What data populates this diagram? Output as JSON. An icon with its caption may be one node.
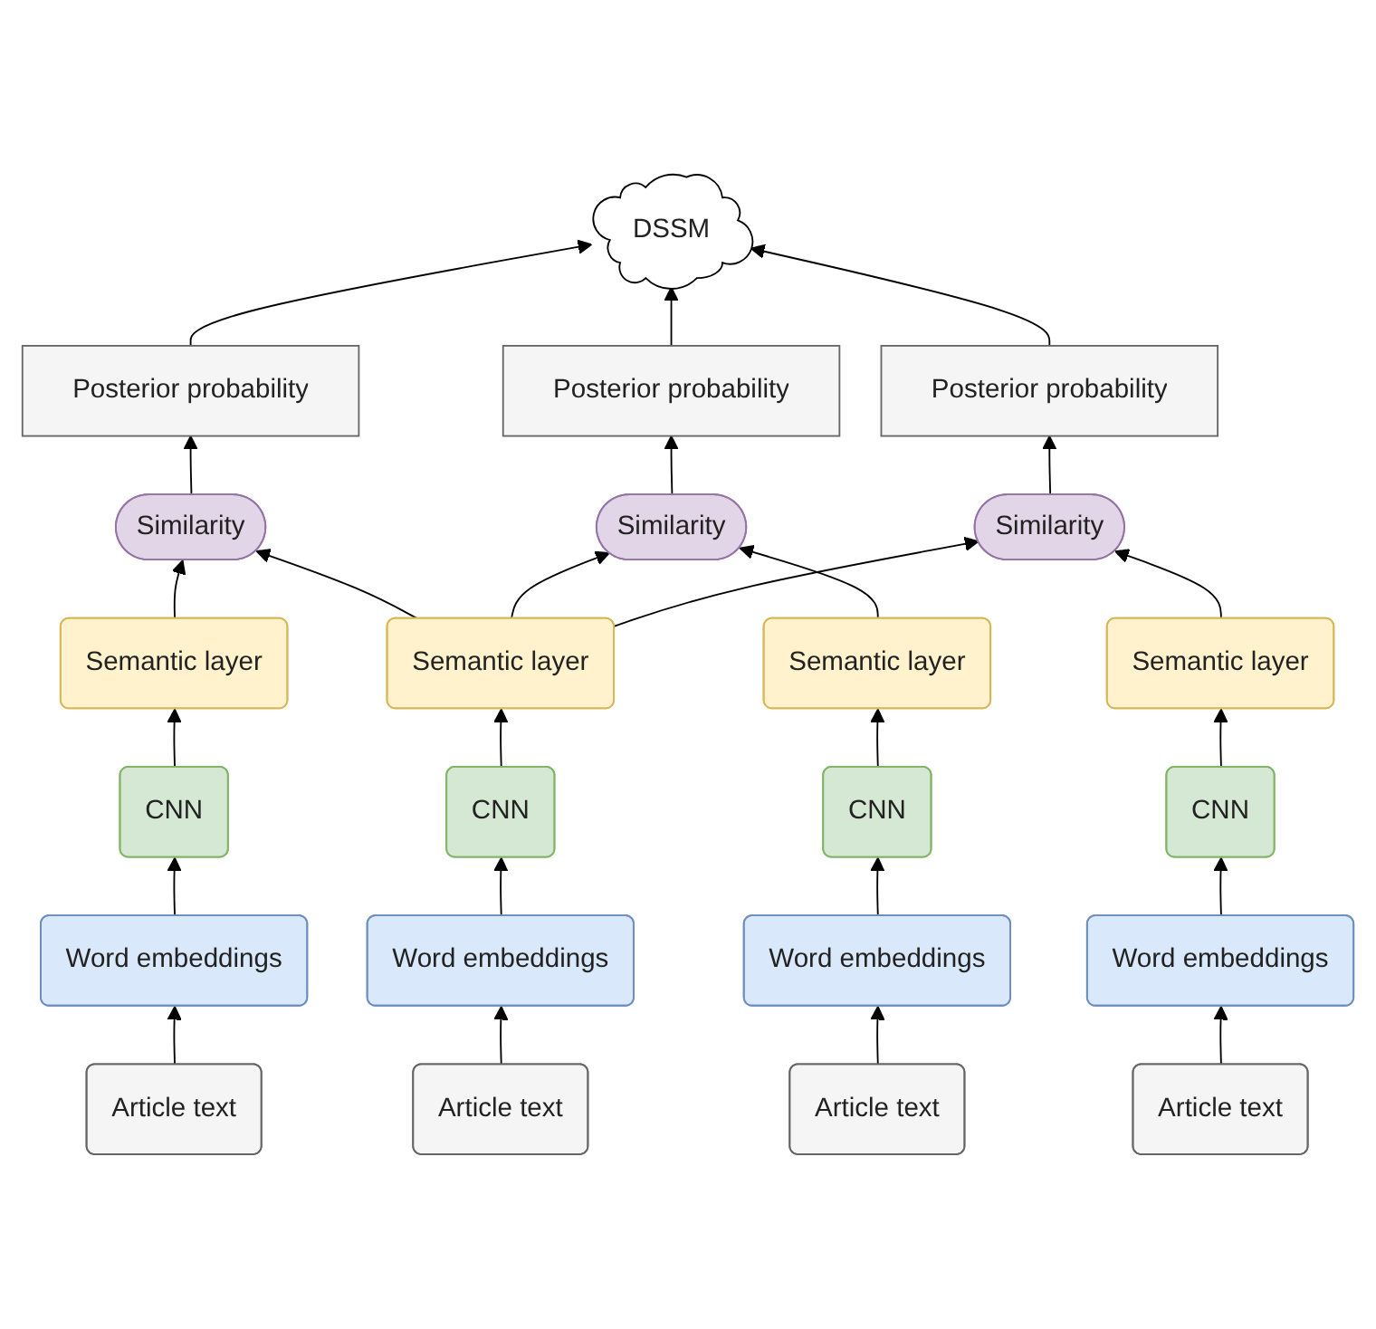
{
  "diagram": {
    "nodes": [
      {
        "text": [
          "DSSM"
        ]
      },
      {
        "text": [
          "Posterior probability"
        ]
      },
      {
        "text": [
          "Posterior probability"
        ]
      },
      {
        "text": [
          "Posterior probability"
        ]
      },
      {
        "text": [
          "Similarity"
        ]
      },
      {
        "text": [
          "Similarity"
        ]
      },
      {
        "text": [
          "Similarity"
        ]
      },
      {
        "text": [
          "Semantic layer"
        ]
      },
      {
        "text": [
          "Semantic layer"
        ]
      },
      {
        "text": [
          "Semantic layer"
        ]
      },
      {
        "text": [
          "Semantic layer"
        ]
      },
      {
        "text": [
          "CNN"
        ]
      },
      {
        "text": [
          "CNN"
        ]
      },
      {
        "text": [
          "CNN"
        ]
      },
      {
        "text": [
          "CNN"
        ]
      },
      {
        "text": [
          "Word embeddings"
        ]
      },
      {
        "text": [
          "Word embeddings"
        ]
      },
      {
        "text": [
          "Word embeddings"
        ]
      },
      {
        "text": [
          "Word embeddings"
        ]
      },
      {
        "text": [
          "Article text"
        ]
      },
      {
        "text": [
          "Article text"
        ]
      },
      {
        "text": [
          "Article text"
        ]
      },
      {
        "text": [
          "Article text"
        ]
      }
    ],
    "edges": [
      {
        "from": 19,
        "to": 15,
        "arrow": "to"
      },
      {
        "from": 20,
        "to": 16,
        "arrow": "to"
      },
      {
        "from": 21,
        "to": 17,
        "arrow": "to"
      },
      {
        "from": 22,
        "to": 18,
        "arrow": "to"
      },
      {
        "from": 15,
        "to": 11,
        "arrow": "to"
      },
      {
        "from": 16,
        "to": 12,
        "arrow": "to"
      },
      {
        "from": 17,
        "to": 13,
        "arrow": "to"
      },
      {
        "from": 18,
        "to": 14,
        "arrow": "to"
      },
      {
        "from": 11,
        "to": 7,
        "arrow": "to"
      },
      {
        "from": 12,
        "to": 8,
        "arrow": "to"
      },
      {
        "from": 13,
        "to": 9,
        "arrow": "to"
      },
      {
        "from": 14,
        "to": 10,
        "arrow": "to"
      },
      {
        "from": 7,
        "to": 4,
        "arrow": "to"
      },
      {
        "from": 7,
        "to": 5,
        "arrow": "to"
      },
      {
        "from": 7,
        "to": 6,
        "arrow": "to"
      },
      {
        "from": 8,
        "to": 4,
        "arrow": "to"
      },
      {
        "from": 9,
        "to": 5,
        "arrow": "to"
      },
      {
        "from": 10,
        "to": 6,
        "arrow": "to"
      },
      {
        "from": 4,
        "to": 1,
        "arrow": "to"
      },
      {
        "from": 5,
        "to": 2,
        "arrow": "to"
      },
      {
        "from": 6,
        "to": 3,
        "arrow": "to"
      },
      {
        "from": 1,
        "to": 0,
        "arrow": "to"
      },
      {
        "from": 2,
        "to": 0,
        "arrow": "to"
      },
      {
        "from": 3,
        "to": 0,
        "arrow": "to"
      }
    ]
  }
}
